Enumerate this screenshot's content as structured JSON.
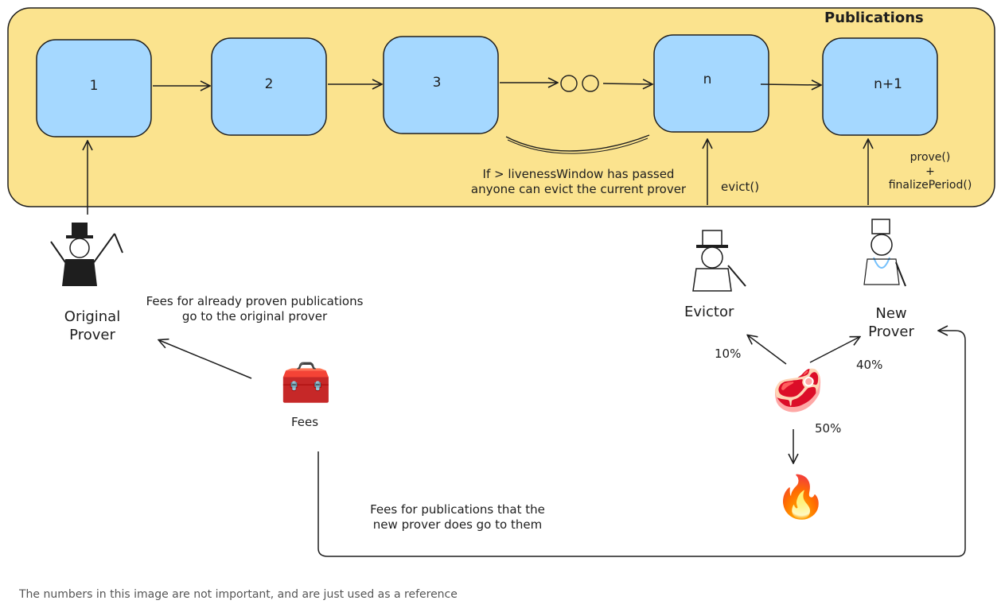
{
  "title": "Publications",
  "publications": [
    {
      "label": "1"
    },
    {
      "label": "2"
    },
    {
      "label": "3"
    },
    {
      "label": "n"
    },
    {
      "label": "n+1"
    }
  ],
  "liveness_note": {
    "line1": "If > livenessWindow has passed",
    "line2": "anyone can evict the current prover"
  },
  "evict_call": "evict()",
  "prove_call": {
    "line1": "prove()",
    "line2": "+",
    "line3": "finalizePeriod()"
  },
  "actors": {
    "original_prover": {
      "line1": "Original",
      "line2": "Prover"
    },
    "evictor": {
      "line1": "Evictor"
    },
    "new_prover": {
      "line1": "New",
      "line2": "Prover"
    }
  },
  "fees": {
    "label": "Fees",
    "to_original": {
      "line1": "Fees for already proven publications",
      "line2": "go to the original prover"
    },
    "to_new": {
      "line1": "Fees for publications that the",
      "line2": "new prover does go to them"
    }
  },
  "split": {
    "evictor_pct": "10%",
    "new_prover_pct": "40%",
    "burn_pct": "50%"
  },
  "icons": {
    "treasure": "treasure-chest-icon",
    "meat": "meat-icon",
    "fire": "fire-icon"
  },
  "footnote": "The numbers in this image are not important, and are just used as a reference",
  "colors": {
    "panel_fill": "#fbe38e",
    "node_fill": "#a5d8ff",
    "stroke": "#1e1e1e"
  }
}
